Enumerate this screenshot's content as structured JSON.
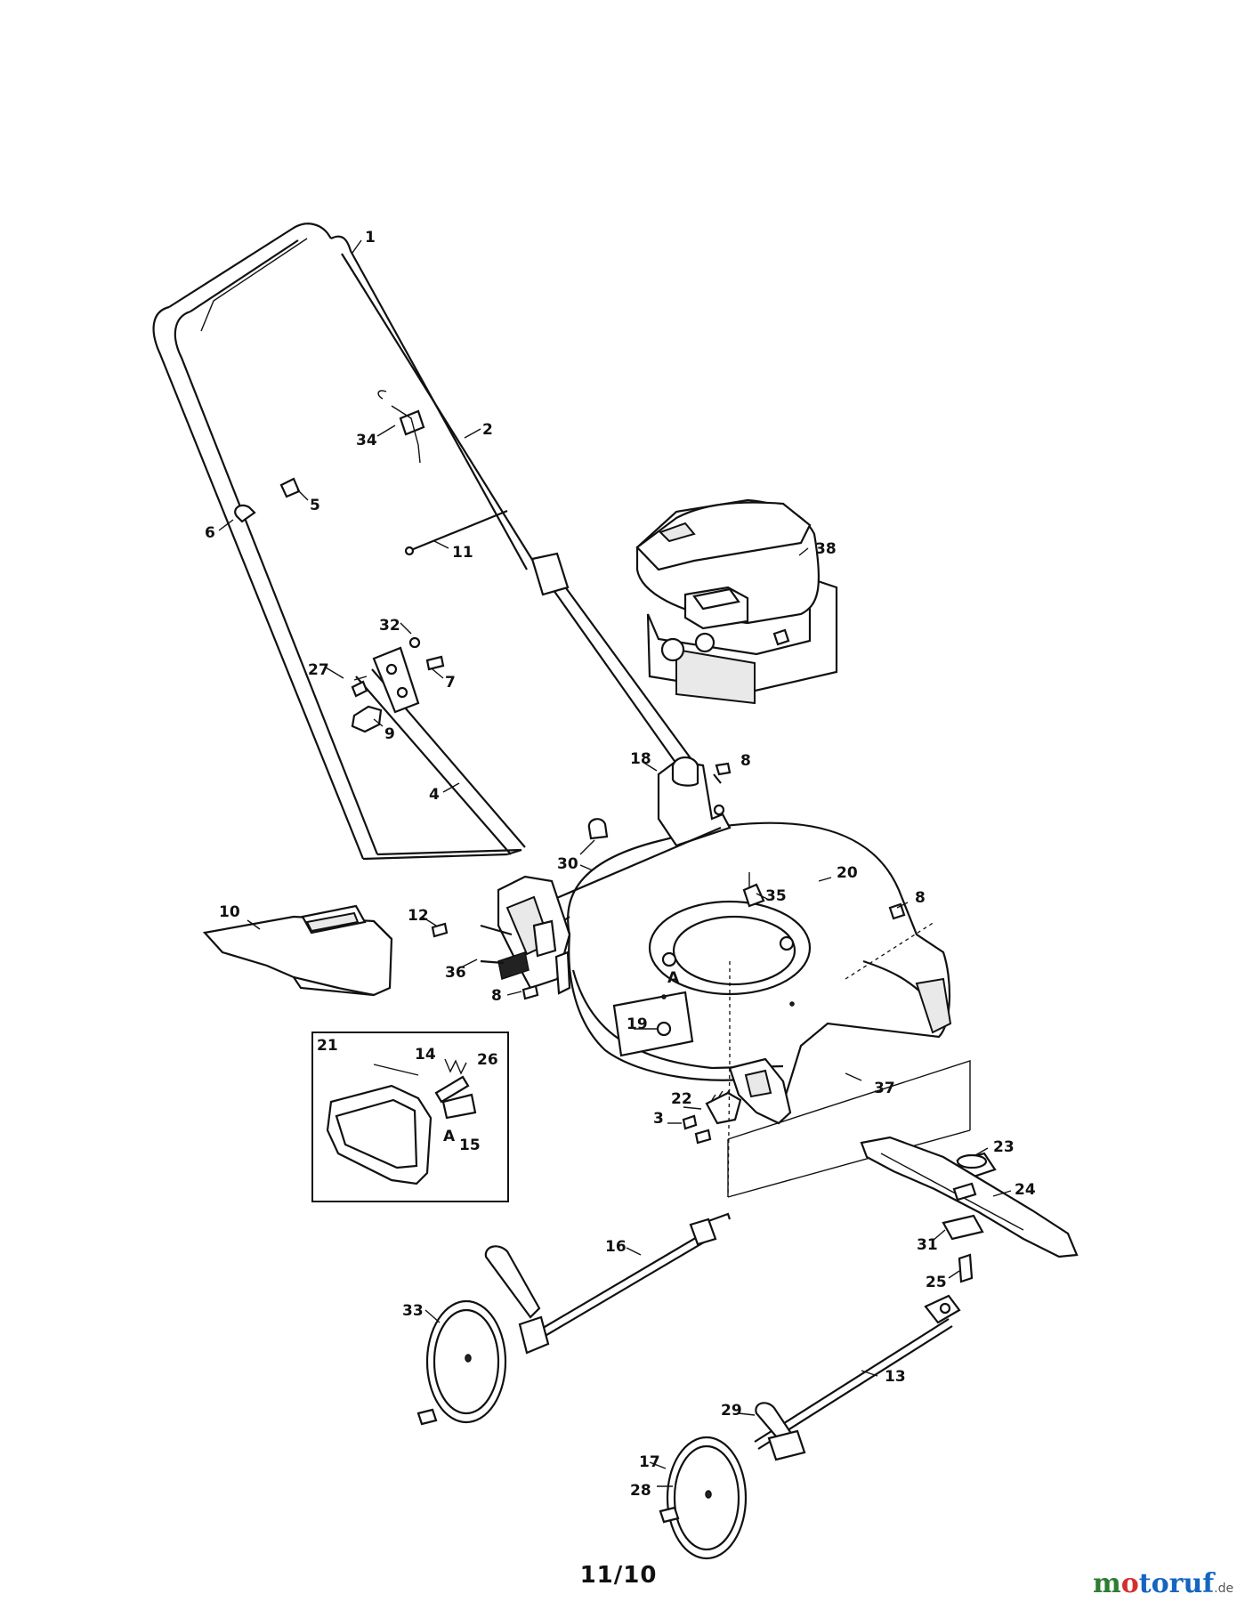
{
  "diagram": {
    "type": "exploded-parts-view",
    "page_number": "11/10",
    "inset_letter": "A",
    "watermark": {
      "brand_part1": "m",
      "brand_part2": "o",
      "brand_part3": "toruf",
      "suffix": ".de"
    },
    "callouts": [
      {
        "id": "c1",
        "label": "1"
      },
      {
        "id": "c2",
        "label": "2"
      },
      {
        "id": "c34",
        "label": "34"
      },
      {
        "id": "c5",
        "label": "5"
      },
      {
        "id": "c6",
        "label": "6"
      },
      {
        "id": "c11",
        "label": "11"
      },
      {
        "id": "c38",
        "label": "38"
      },
      {
        "id": "c32",
        "label": "32"
      },
      {
        "id": "c27",
        "label": "27"
      },
      {
        "id": "c7",
        "label": "7"
      },
      {
        "id": "c9",
        "label": "9"
      },
      {
        "id": "c4",
        "label": "4"
      },
      {
        "id": "c18",
        "label": "18"
      },
      {
        "id": "c8a",
        "label": "8"
      },
      {
        "id": "c30",
        "label": "30"
      },
      {
        "id": "c20",
        "label": "20"
      },
      {
        "id": "c10",
        "label": "10"
      },
      {
        "id": "c12",
        "label": "12"
      },
      {
        "id": "c35",
        "label": "35"
      },
      {
        "id": "c8b",
        "label": "8"
      },
      {
        "id": "c36",
        "label": "36"
      },
      {
        "id": "c8c",
        "label": "8"
      },
      {
        "id": "cA1",
        "label": "A"
      },
      {
        "id": "c19",
        "label": "19"
      },
      {
        "id": "c21",
        "label": "21"
      },
      {
        "id": "c14",
        "label": "14"
      },
      {
        "id": "c26",
        "label": "26"
      },
      {
        "id": "cA2",
        "label": "A"
      },
      {
        "id": "c15",
        "label": "15"
      },
      {
        "id": "c37",
        "label": "37"
      },
      {
        "id": "c22",
        "label": "22"
      },
      {
        "id": "c3",
        "label": "3"
      },
      {
        "id": "c23",
        "label": "23"
      },
      {
        "id": "c24",
        "label": "24"
      },
      {
        "id": "c16",
        "label": "16"
      },
      {
        "id": "c31",
        "label": "31"
      },
      {
        "id": "c25",
        "label": "25"
      },
      {
        "id": "c33",
        "label": "33"
      },
      {
        "id": "c29",
        "label": "29"
      },
      {
        "id": "c13",
        "label": "13"
      },
      {
        "id": "c17",
        "label": "17"
      },
      {
        "id": "c28",
        "label": "28"
      }
    ]
  }
}
